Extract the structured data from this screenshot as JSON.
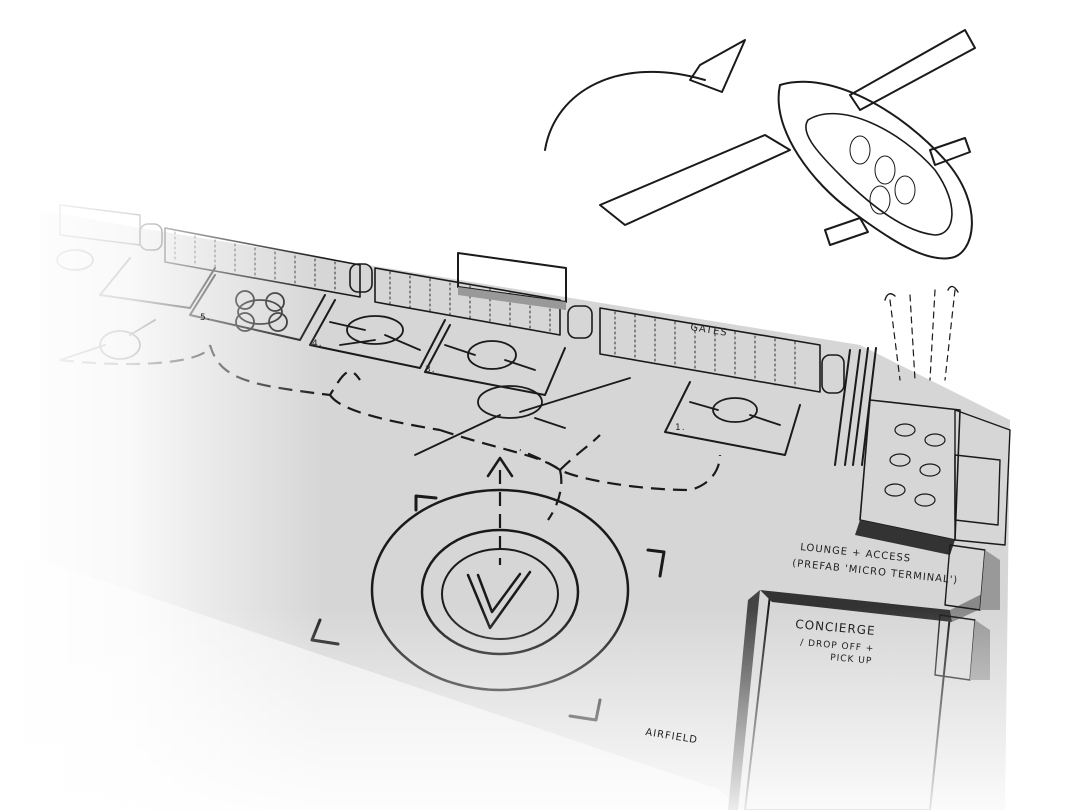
{
  "labels": {
    "gates": "GATES",
    "lounge_line1": "LOUNGE + ACCESS",
    "lounge_line2": "(PREFAB 'MICRO TERMINAL')",
    "concierge_line1": "CONCIERGE",
    "concierge_line2": "/ DROP OFF +",
    "concierge_line3": "PICK UP",
    "airfield": "AIRFIELD"
  },
  "gate_numbers": [
    "1.",
    "3.",
    "4.",
    "5."
  ],
  "pad_logo": "V",
  "colors": {
    "ground": "#d6d6d6",
    "ink": "#1a1a1a",
    "shadow": "#a9a9a9",
    "glass": "#c4c4c4",
    "paper": "#ffffff"
  }
}
